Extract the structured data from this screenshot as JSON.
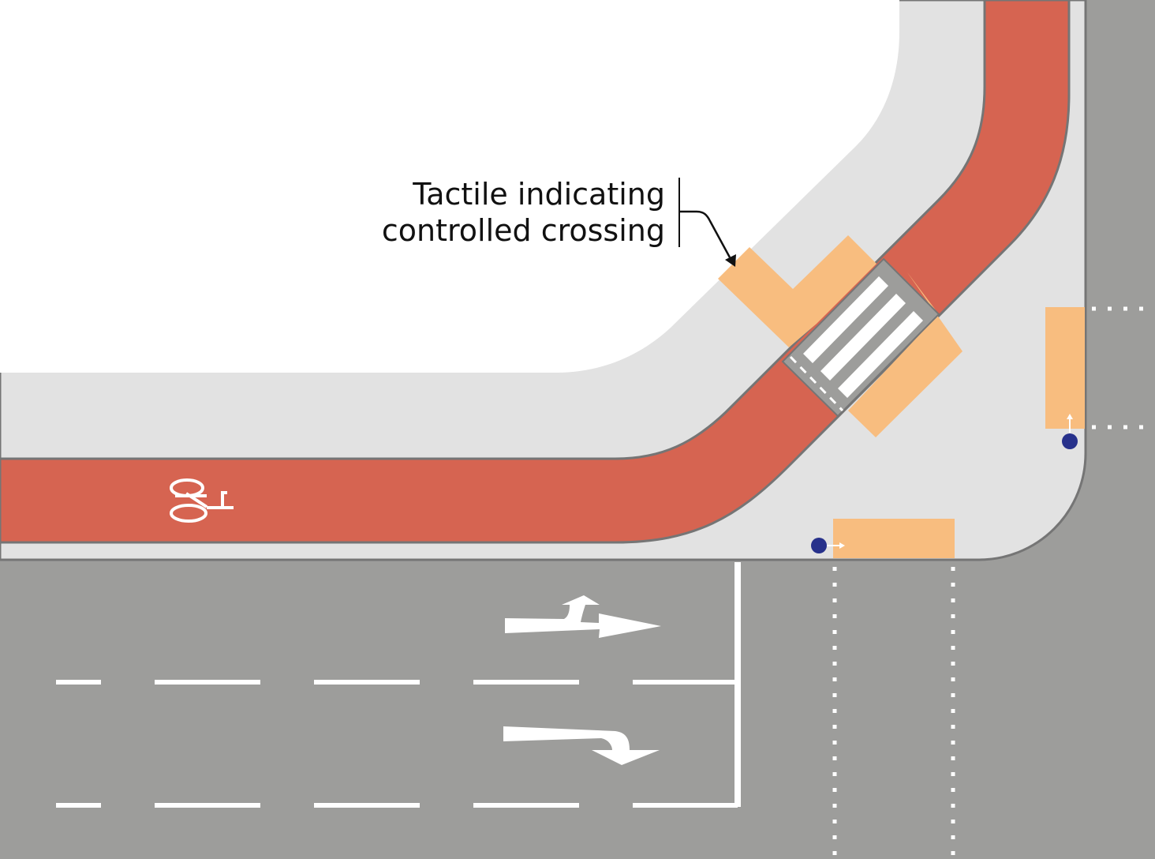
{
  "annotation": {
    "line1": "Tactile indicating",
    "line2": "controlled crossing"
  },
  "colors": {
    "background": "#ffffff",
    "footway": "#e2e2e2",
    "carriageway": "#9d9d9b",
    "kerb": "#757575",
    "cycle_track": "#d66451",
    "tactile": "#f8bd7f",
    "push_button": "#27318b",
    "marking": "#ffffff",
    "text": "#111111"
  },
  "symbols": {
    "cycle_track_marking": "bicycle-icon",
    "lane_arrow_top": "ahead-and-left-arrow",
    "lane_arrow_bottom": "right-turn-arrow",
    "push_buttons": [
      "push-button-south",
      "push-button-east"
    ]
  }
}
